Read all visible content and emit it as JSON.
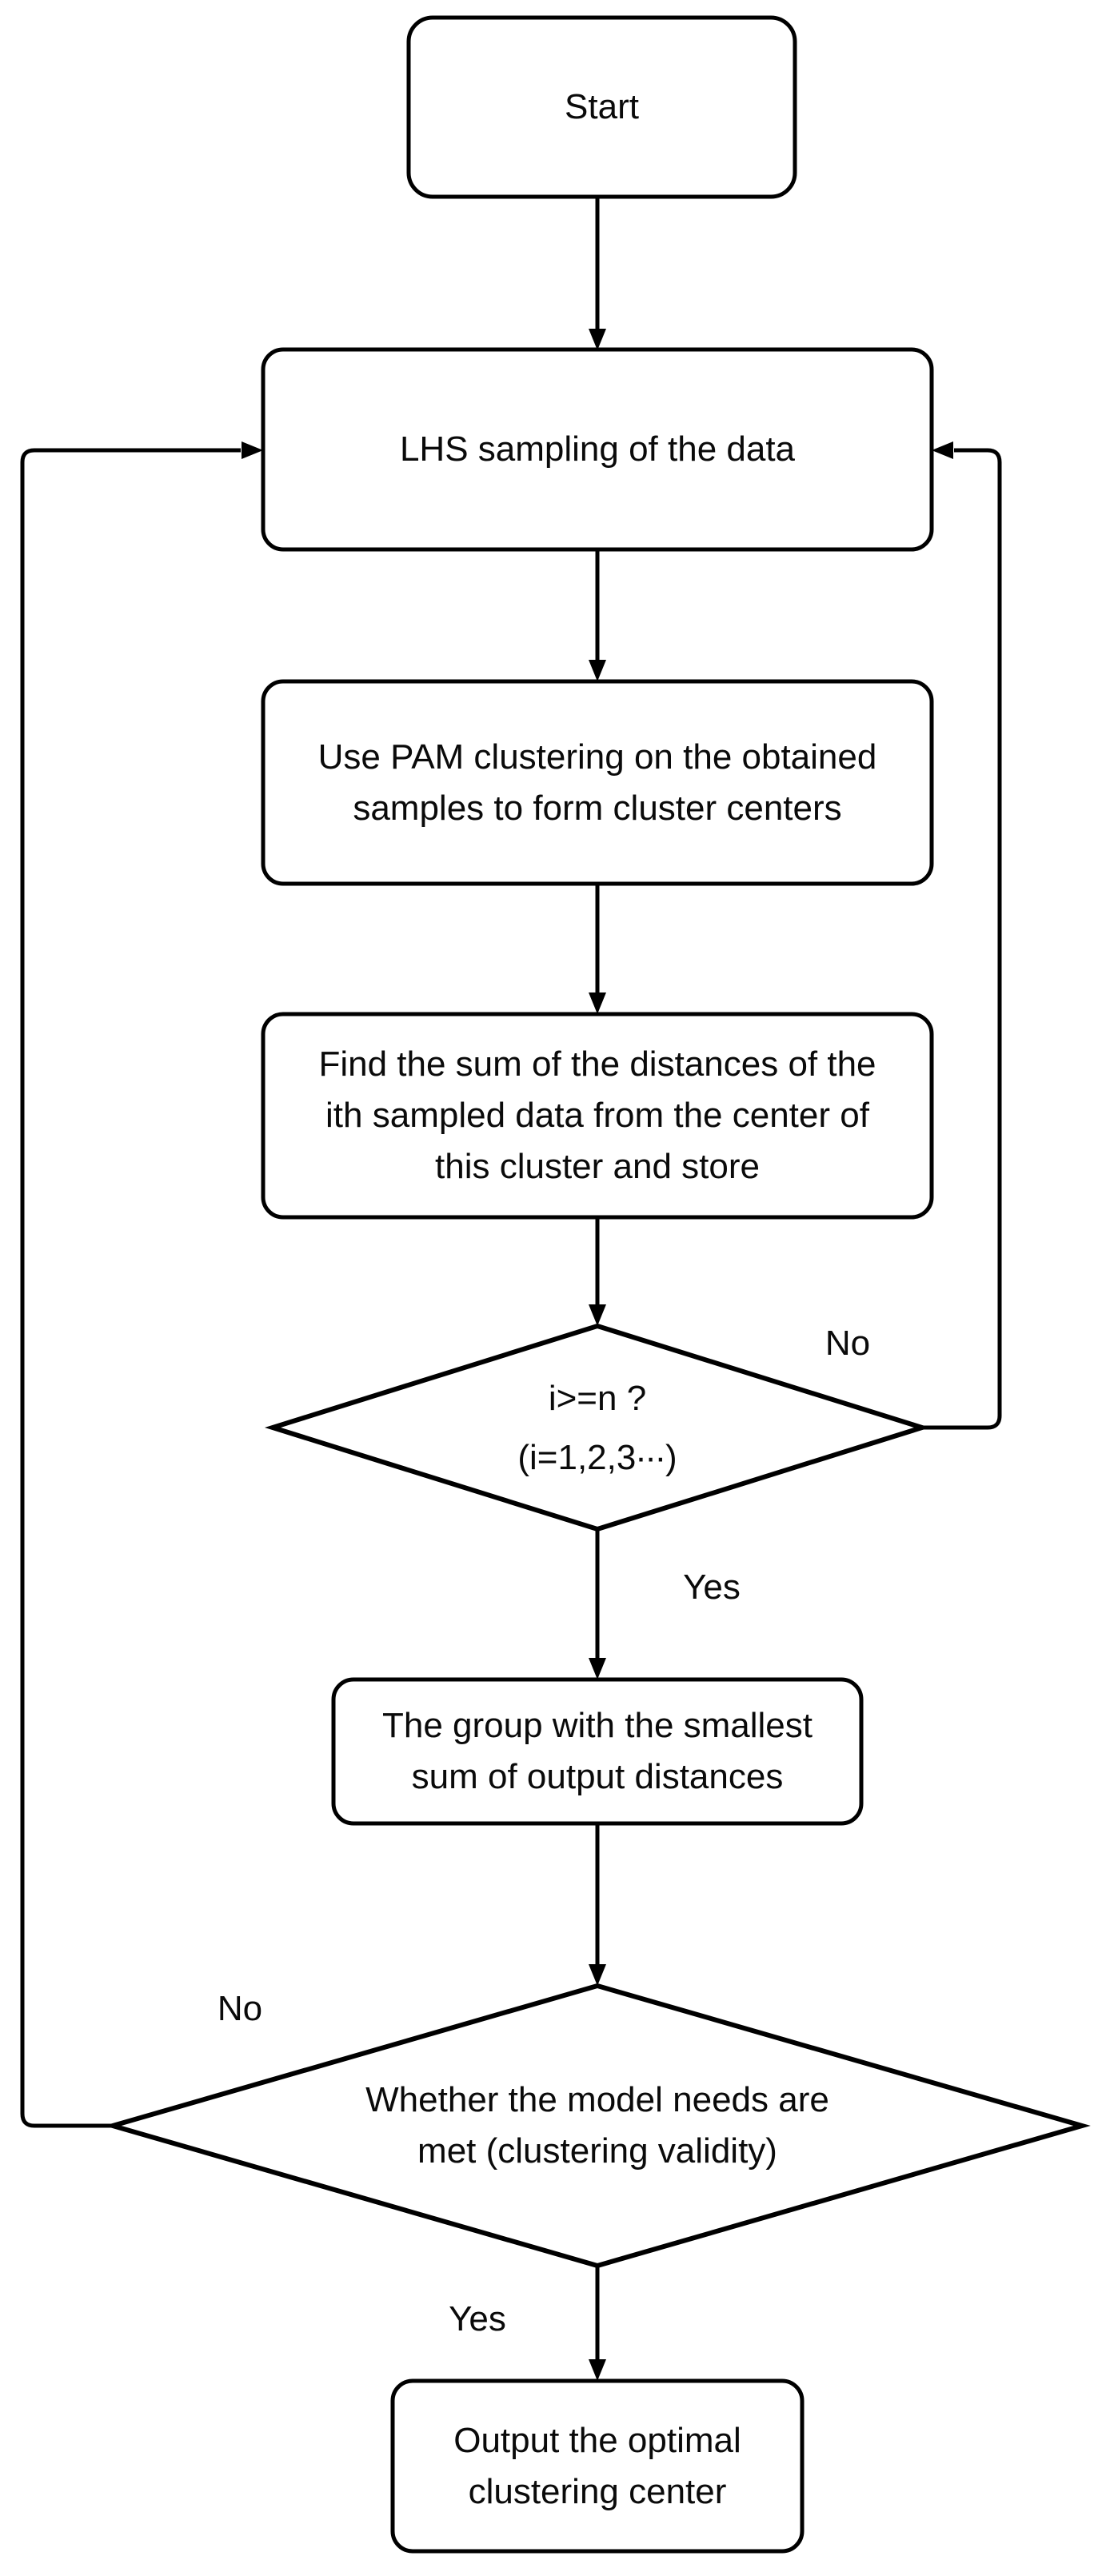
{
  "page": {
    "background_color": "#ffffff",
    "line_color": "#000000",
    "text_color": "#0a0a0a"
  },
  "diagram": {
    "type": "flowchart",
    "nodes": {
      "start": {
        "shape": "rounded-rect",
        "lines": [
          "Start"
        ]
      },
      "lhs": {
        "shape": "rounded-rect",
        "lines": [
          "LHS sampling of the data"
        ]
      },
      "pam": {
        "shape": "rounded-rect",
        "lines": [
          "Use PAM clustering on the obtained",
          "samples to form cluster centers"
        ]
      },
      "find": {
        "shape": "rounded-rect",
        "lines": [
          "Find the sum of the distances of the",
          "ith sampled data from the center of",
          "this cluster and store"
        ]
      },
      "decision_iter": {
        "shape": "diamond",
        "lines": [
          "i>=n ?",
          "(i=1,2,3∙∙∙)"
        ]
      },
      "group": {
        "shape": "rounded-rect",
        "lines": [
          "The group with the smallest",
          "sum of output distances"
        ]
      },
      "decision_validity": {
        "shape": "diamond",
        "lines": [
          "Whether the model needs are",
          "met (clustering validity)"
        ]
      },
      "output": {
        "shape": "rounded-rect",
        "lines": [
          "Output the optimal",
          "clustering center"
        ]
      }
    },
    "edge_labels": {
      "iter_no": "No",
      "iter_yes": "Yes",
      "validity_no": "No",
      "validity_yes": "Yes"
    }
  }
}
